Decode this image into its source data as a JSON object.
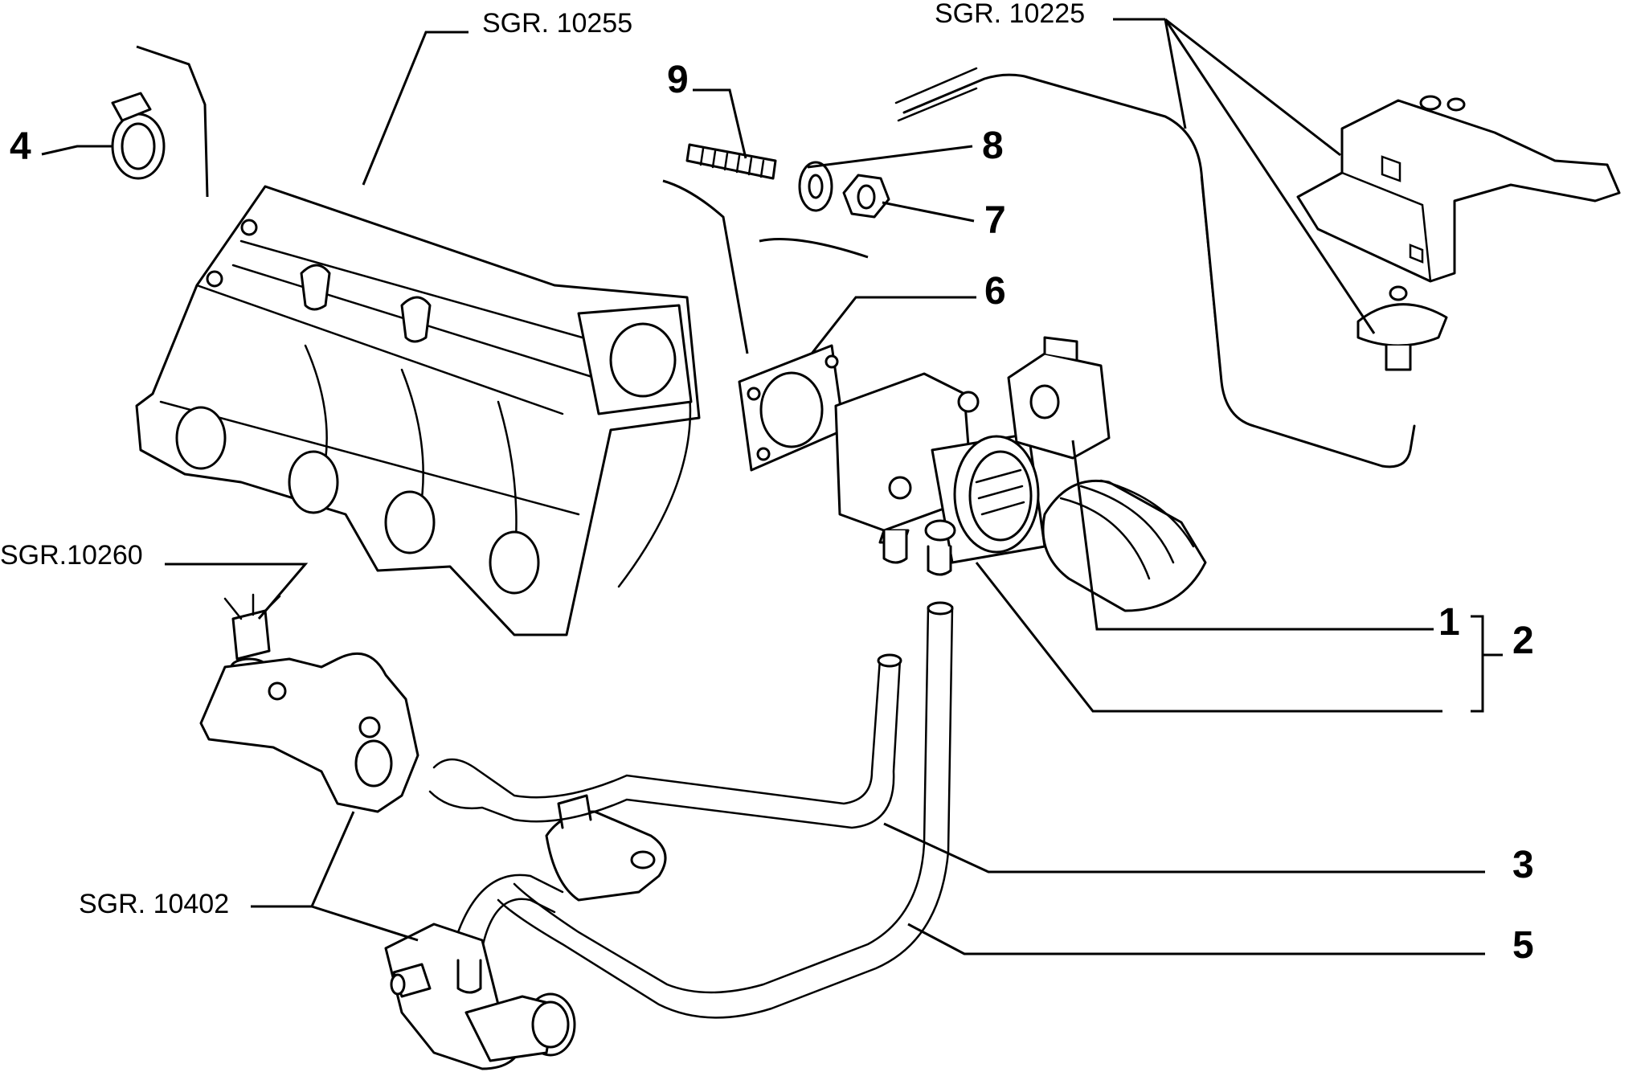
{
  "references": {
    "sgr_10255": "SGR. 10255",
    "sgr_10225": "SGR. 10225",
    "sgr_10260": "SGR.10260",
    "sgr_10402": "SGR. 10402"
  },
  "callouts": {
    "n1": "1",
    "n2": "2",
    "n3": "3",
    "n4": "4",
    "n5": "5",
    "n6": "6",
    "n7": "7",
    "n8": "8",
    "n9": "9"
  }
}
